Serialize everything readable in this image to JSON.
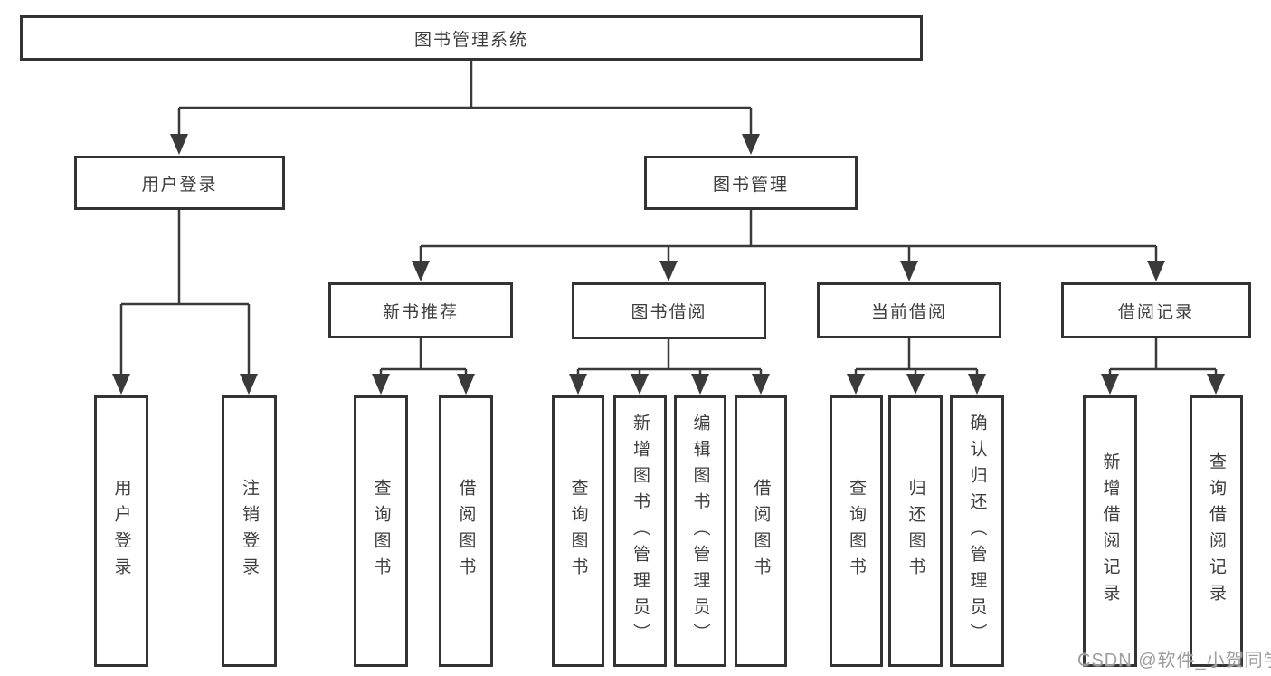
{
  "diagram": {
    "type": "hierarchy-flowchart",
    "title": "图书管理系统"
  },
  "tree": {
    "root": {
      "label": "图书管理系统",
      "children": [
        {
          "label": "用户登录",
          "children": [
            {
              "label": "用户登录"
            },
            {
              "label": "注销登录"
            }
          ]
        },
        {
          "label": "图书管理",
          "children": [
            {
              "label": "新书推荐",
              "children": [
                {
                  "label": "查询图书"
                },
                {
                  "label": "借阅图书"
                }
              ]
            },
            {
              "label": "图书借阅",
              "children": [
                {
                  "label": "查询图书"
                },
                {
                  "label": "新增图书（管理员）"
                },
                {
                  "label": "编辑图书（管理员）"
                },
                {
                  "label": "借阅图书"
                }
              ]
            },
            {
              "label": "当前借阅",
              "children": [
                {
                  "label": "查询图书"
                },
                {
                  "label": "归还图书"
                },
                {
                  "label": "确认归还（管理员）"
                }
              ]
            },
            {
              "label": "借阅记录",
              "children": [
                {
                  "label": "新增借阅记录"
                },
                {
                  "label": "查询借阅记录"
                }
              ]
            }
          ]
        }
      ]
    }
  },
  "watermark": {
    "text": "CSDN @软件_小贺同学",
    "color": "#9e9e9e"
  },
  "colors": {
    "background": "#ffffff",
    "box_border": "#333333",
    "connector_line": "#3a3a3a",
    "text": "#3d3d3d"
  }
}
